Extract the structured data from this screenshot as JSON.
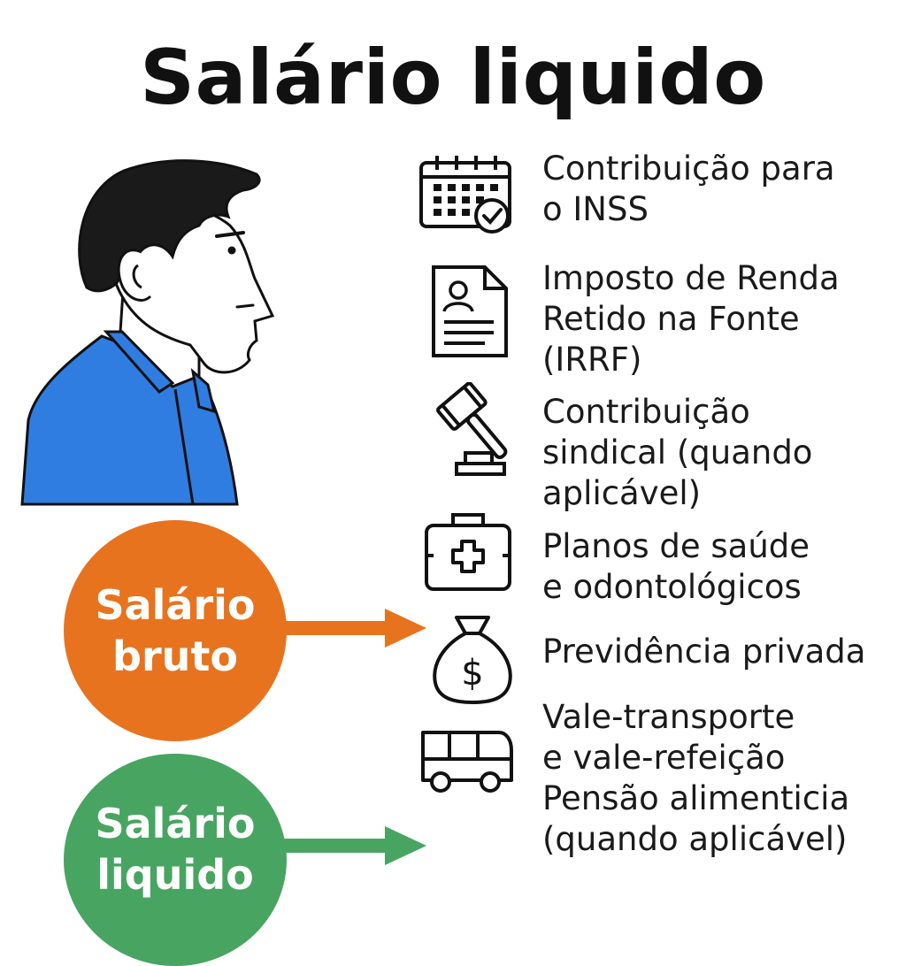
{
  "title": "Salário liquido",
  "bubbles": {
    "bruto": "Salário\nbruto",
    "liquido": "Salário\nliquido",
    "bruto_color": "#e8731e",
    "liquido_color": "#47a561"
  },
  "shirt_color": "#2f7de1",
  "deductions": [
    {
      "icon": "calendar-check-icon",
      "label": "Contribuição para\no INSS"
    },
    {
      "icon": "document-profile-icon",
      "label": "Imposto de Renda\nRetido na Fonte\n(IRRF)"
    },
    {
      "icon": "gavel-icon",
      "label": "Contribuição\nsindical (quando\naplicável)"
    },
    {
      "icon": "medical-kit-icon",
      "label": "Planos de saúde\ne odontológicos"
    },
    {
      "icon": "money-bag-icon",
      "label": "Previdência privada"
    },
    {
      "icon": "bus-icon",
      "label": "Vale-transporte\ne vale-refeição\nPensão alimenticia\n(quando aplicável)"
    }
  ]
}
